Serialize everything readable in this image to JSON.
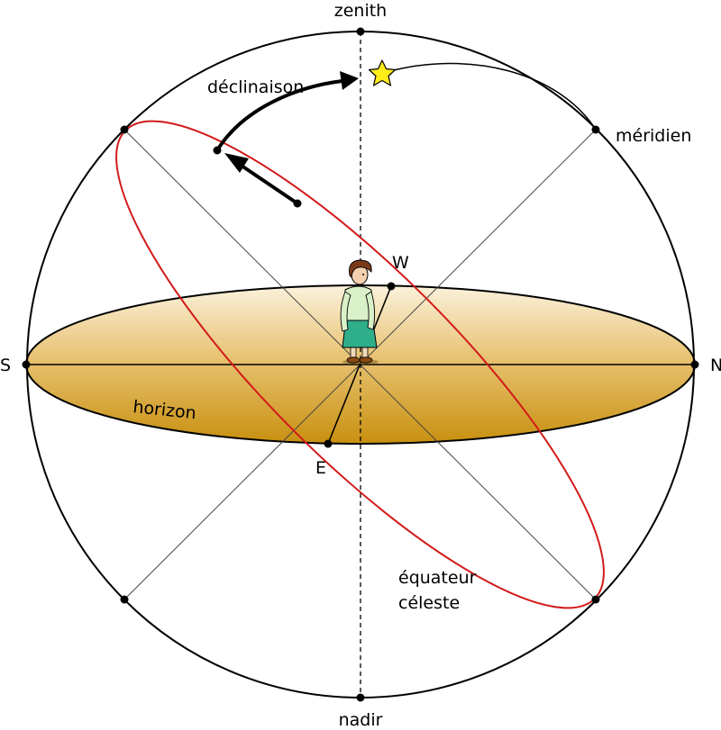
{
  "labels": {
    "zenith": "zenith",
    "nadir": "nadir",
    "south": "S",
    "north": "N",
    "west": "W",
    "east": "E",
    "meridian": "méridien",
    "declination": "déclinaison",
    "horizon": "horizon",
    "equator_line1": "équateur",
    "equator_line2": "céleste"
  },
  "colors": {
    "horizon_fill_top": "#fbf2dc",
    "horizon_fill_bottom": "#c8900f",
    "celestial_equator": "#d21a1a",
    "star": "#ffee1a"
  }
}
